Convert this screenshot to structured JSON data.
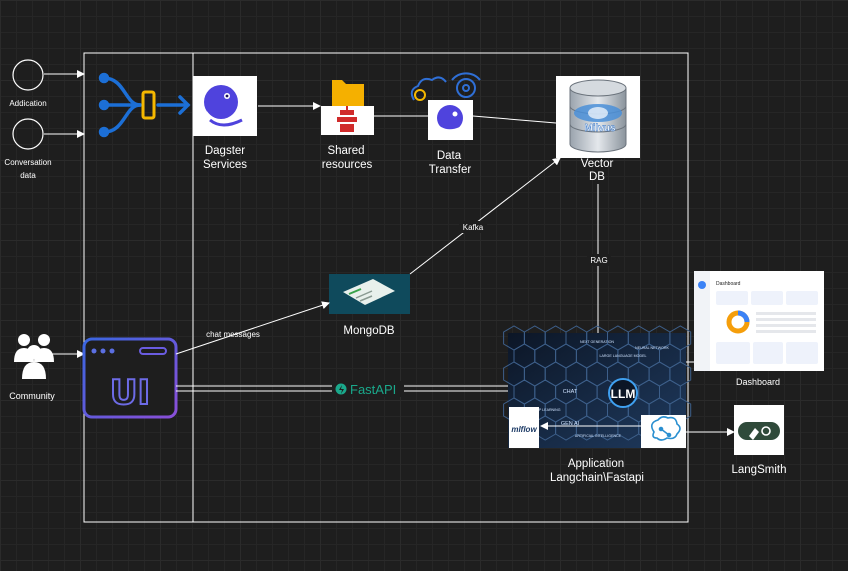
{
  "inputs": {
    "addication": "Addication",
    "conversation_line1": "Conversation",
    "conversation_line2": "data",
    "community": "Community"
  },
  "nodes": {
    "dagster_line1": "Dagster",
    "dagster_line2": "Services",
    "shared_line1": "Shared",
    "shared_line2": "resources",
    "transfer_line1": "Data",
    "transfer_line2": "Transfer",
    "vector_line1": "Vector",
    "vector_line2": "DB",
    "milvus_text": "Milvus",
    "mongodb": "MongoDB",
    "ui_text": "UI",
    "dashboard": "Dashboard",
    "dashboard_title": "Dashboard",
    "app_line1": "Application",
    "app_line2": "Langchain\\Fastapi",
    "langsmith": "LangSmith",
    "mlflow_text": "mlflow"
  },
  "llm_panel": {
    "center": "LLM",
    "tags": [
      "NEXT GENERATION",
      "LARGE LANGUAGE MODEL",
      "NEURAL NETWORK",
      "CHAT",
      "DEEP LEARNING",
      "GEN AI",
      "ARTIFICIAL INTELLIGENCE"
    ]
  },
  "edges": {
    "kafka": "Kafka",
    "rag": "RAG",
    "chat_messages": "chat messages",
    "fastapi": "FastAPI"
  },
  "colors": {
    "background": "#1e1e1e",
    "dagster_purple": "#4f43dd",
    "pipeline_blue": "#1c6fd6",
    "pipeline_yellow": "#f5b800",
    "mongodb_teal": "#0f4a5c",
    "fastapi_green": "#1aa88b",
    "llm_panel": "#1a2b45"
  }
}
